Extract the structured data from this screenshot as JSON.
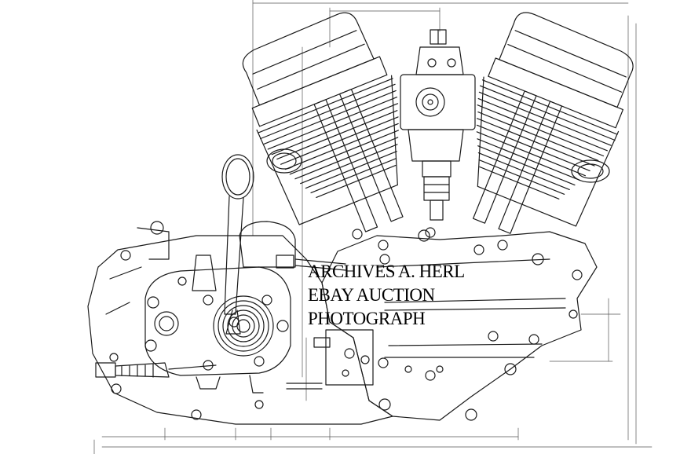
{
  "watermark": {
    "line1": "ARCHIVES A. HERL",
    "line2": "EBAY AUCTION",
    "line3": "PHOTOGRAPH"
  },
  "colors": {
    "ink": "#1a1a1a",
    "paper": "#ffffff",
    "dimension": "#555555"
  }
}
